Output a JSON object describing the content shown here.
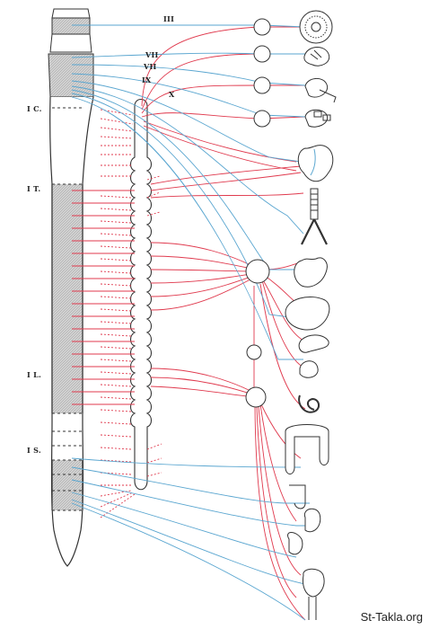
{
  "labels": {
    "cranial_iii": "III",
    "cranial_vii_a": "VII",
    "cranial_vii_b": "VII",
    "cranial_ix": "IX",
    "cranial_x": "X",
    "cervical": "I C.",
    "thoracic": "I T.",
    "lumbar": "I L.",
    "sacral": "I S."
  },
  "watermark": "St-Takla.org",
  "colors": {
    "sympathetic": "#e03a4e",
    "parasympathetic": "#5aa6d0",
    "outline": "#333333",
    "shaded": "#c9c9c9"
  }
}
